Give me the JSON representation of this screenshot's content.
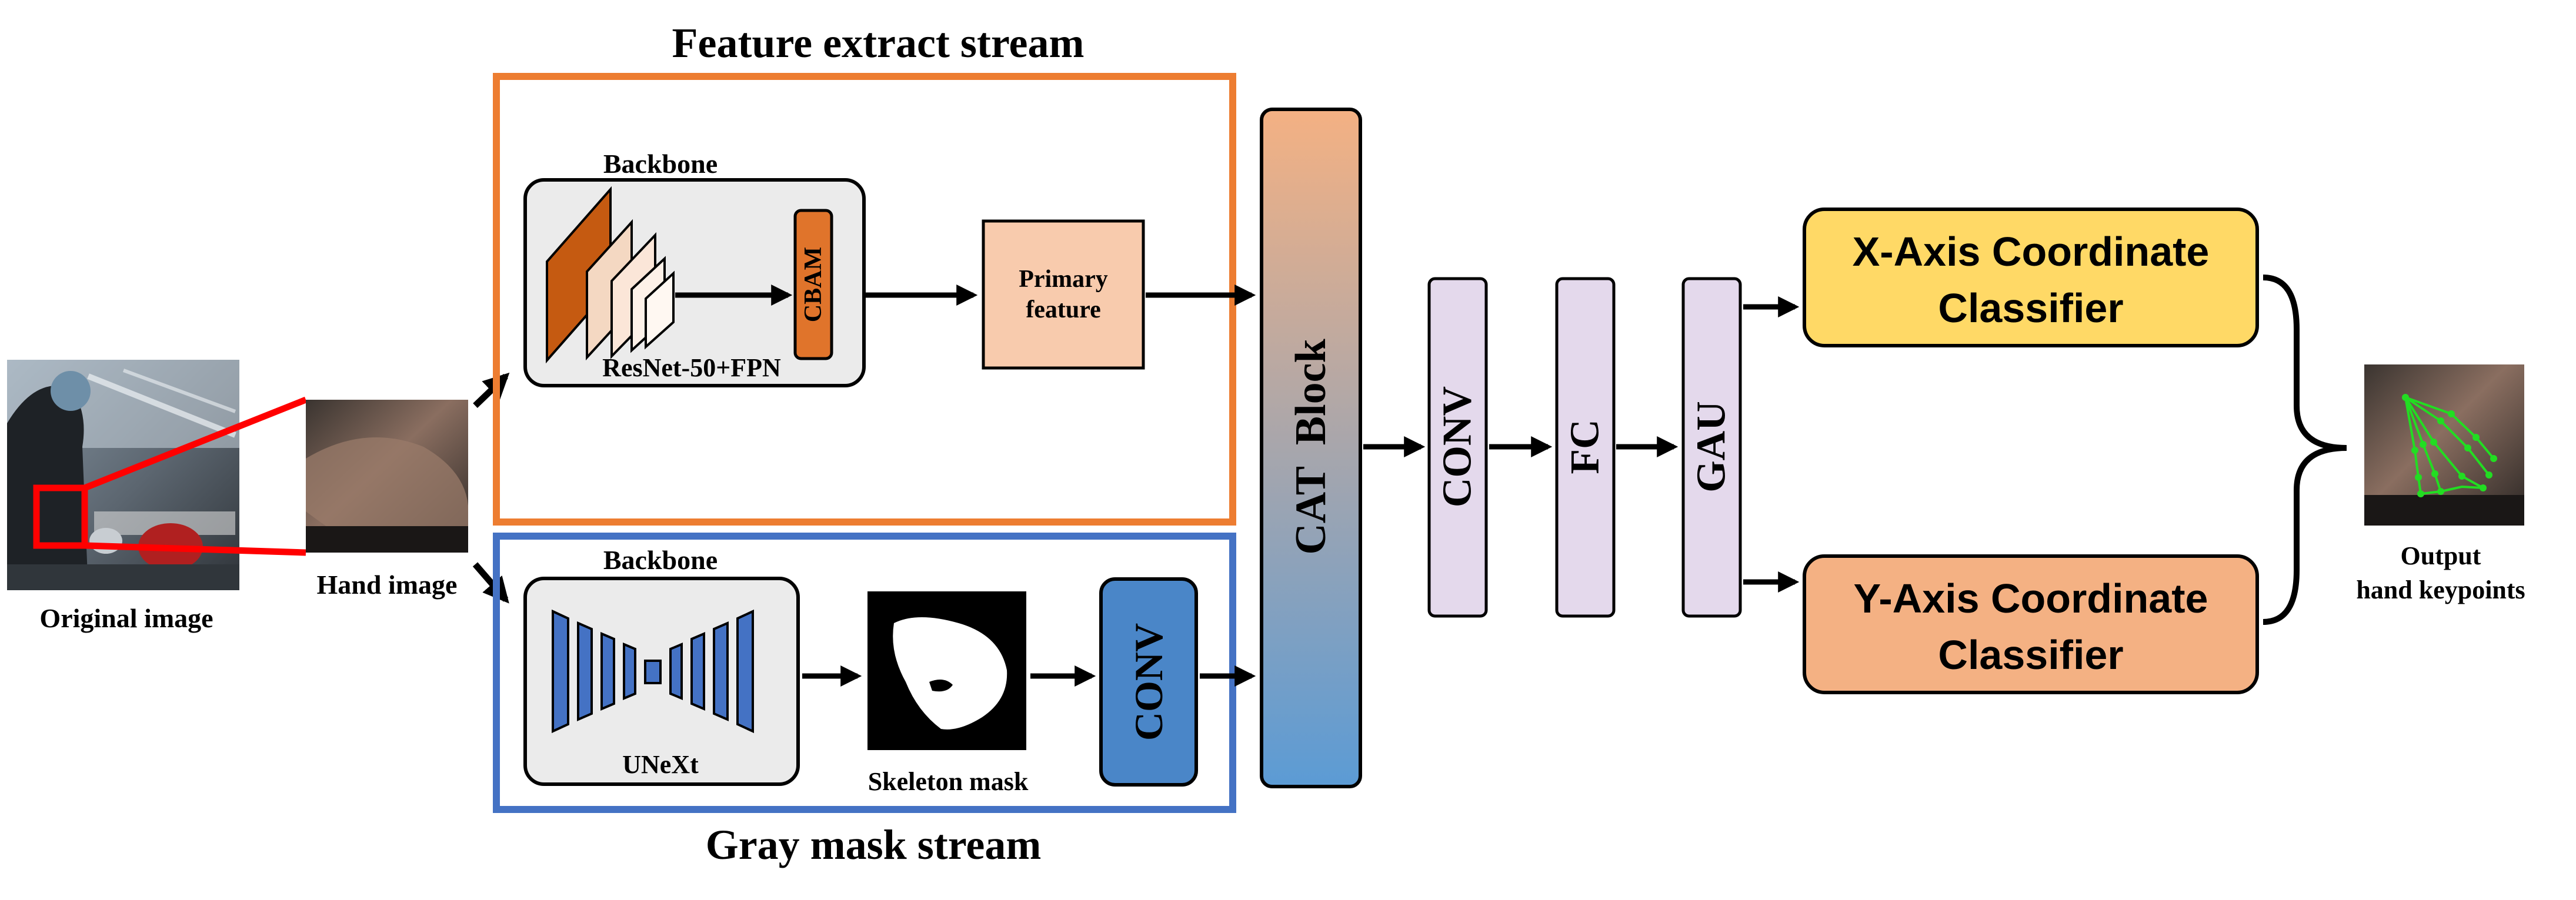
{
  "titles": {
    "feature_stream": "Feature extract stream",
    "gray_stream": "Gray mask stream"
  },
  "inputs": {
    "original_image": "Original image",
    "hand_image": "Hand image"
  },
  "feature_stream": {
    "backbone_label": "Backbone",
    "network_label": "ResNet-50+FPN",
    "attention_label": "CBAM",
    "primary_feature_line1": "Primary",
    "primary_feature_line2": "feature"
  },
  "gray_stream": {
    "backbone_label": "Backbone",
    "network_label": "UNeXt",
    "mask_label": "Skeleton mask",
    "conv_label": "CONV"
  },
  "fusion": {
    "cat_block_label": "CAT  Block",
    "conv_label": "CONV",
    "fc_label": "FC",
    "gau_label": "GAU"
  },
  "classifiers": {
    "x_line1": "X-Axis Coordinate",
    "x_line2": "Classifier",
    "y_line1": "Y-Axis Coordinate",
    "y_line2": "Classifier"
  },
  "output": {
    "line1": "Output",
    "line2": "hand keypoints"
  },
  "colors": {
    "feature_frame": "#ED7D31",
    "gray_frame": "#4472C4",
    "cbam": "#E0742B",
    "primary_feature": "#F8CBAD",
    "backbone_box": "#EBEBEB",
    "conv_blue": "#4A86C8",
    "cat_top": "#F4B183",
    "cat_bottom": "#5B9BD5",
    "lavender": "#E4D9EC",
    "x_classifier": "#FFD966",
    "y_classifier": "#F4B183",
    "selection_red": "#FF0000",
    "keypoint_green": "#22DD22"
  }
}
